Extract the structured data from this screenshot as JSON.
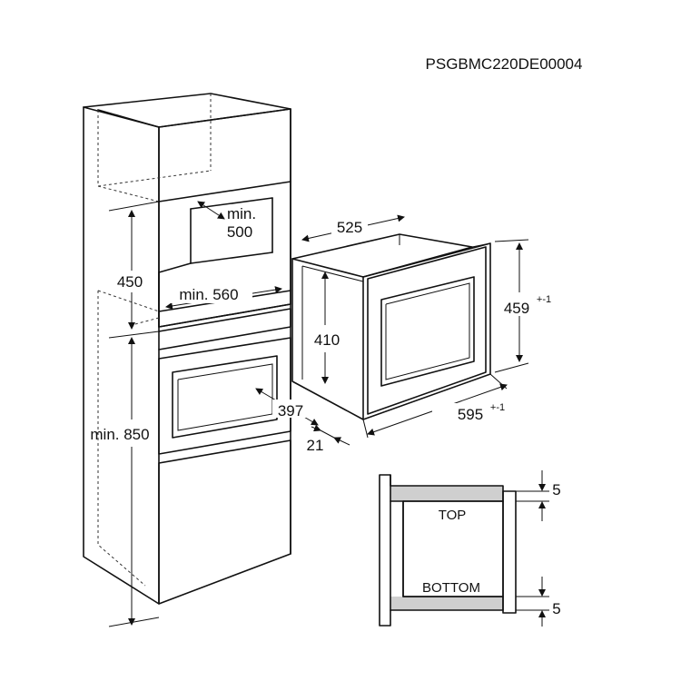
{
  "code": "PSGBMC220DE00004",
  "dimensions": {
    "niche_depth_min": "min.\n500",
    "niche_depth_min_l1": "min.",
    "niche_depth_min_l2": "500",
    "niche_height": "450",
    "niche_width_min": "min. 560",
    "cabinet_height_min": "min. 850",
    "appliance_depth": "525",
    "appliance_height_front": "459",
    "appliance_height_front_tol": "+-1",
    "appliance_body_height": "410",
    "appliance_body_width": "397",
    "appliance_width": "595",
    "appliance_width_tol": "+-1",
    "frame_depth": "21"
  },
  "detail": {
    "top_label": "TOP",
    "bottom_label": "BOTTOM",
    "gap_top": "5",
    "gap_bottom": "5"
  }
}
